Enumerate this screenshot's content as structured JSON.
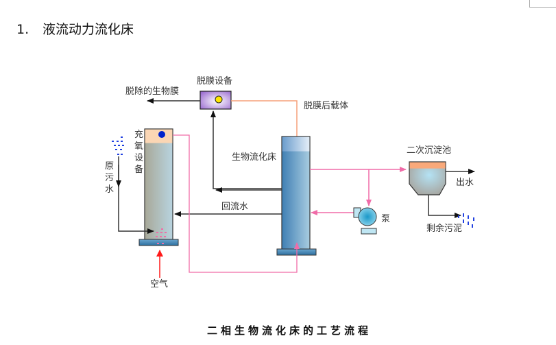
{
  "heading": {
    "number": "1.",
    "title": "液流动力流化床"
  },
  "diagram": {
    "labels": {
      "removed_biofilm": "脱除的生物膜",
      "demembrane_device": "脱膜设备",
      "carrier_after_demembrane": "脱膜后载体",
      "aeration_device_chars": [
        "充",
        "氧",
        "设",
        "备"
      ],
      "raw_sewage_chars": [
        "原",
        "污",
        "水"
      ],
      "bio_fluidized_bed": "生物流化床",
      "return_water": "回流水",
      "secondary_clarifier": "二次沉淀池",
      "effluent": "出水",
      "pump": "泵",
      "excess_sludge": "剩余污泥",
      "air": "空气"
    },
    "caption": "二相生物流化床的工艺流程"
  },
  "colors": {
    "pink_line": "#f06ca8",
    "orange_line": "#f5a07a",
    "dark_line": "#333333",
    "air_arrow": "#ff1a1a",
    "water_blue": "#5b9bd5"
  }
}
